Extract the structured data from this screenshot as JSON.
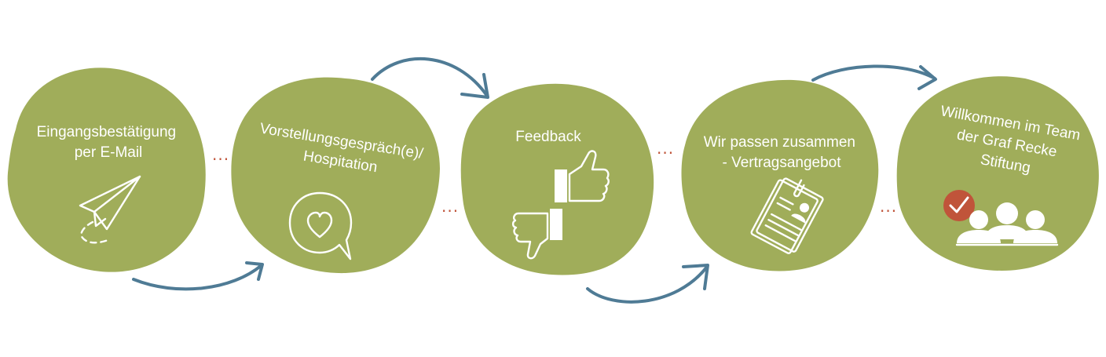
{
  "steps": [
    {
      "lines": [
        "Eingangsbestätigung",
        "per E-Mail"
      ],
      "icon": "paper-plane-icon"
    },
    {
      "lines": [
        "Vorstellungsgespräch(e)/",
        "Hospitation"
      ],
      "icon": "heart-speech-bubble-icon"
    },
    {
      "lines": [
        "Feedback"
      ],
      "icon": "thumbs-up-down-icon"
    },
    {
      "lines": [
        "Wir passen zusammen",
        "- Vertragsangebot"
      ],
      "icon": "contract-document-icon"
    },
    {
      "lines": [
        "Willkommen im Team",
        "der Graf Recke",
        "Stiftung"
      ],
      "icon": "team-check-icon"
    }
  ],
  "connector": "...",
  "colors": {
    "blob": "#a0ad5a",
    "arrow": "#4f7b95",
    "dots": "#c0543a",
    "check": "#c0543a"
  }
}
